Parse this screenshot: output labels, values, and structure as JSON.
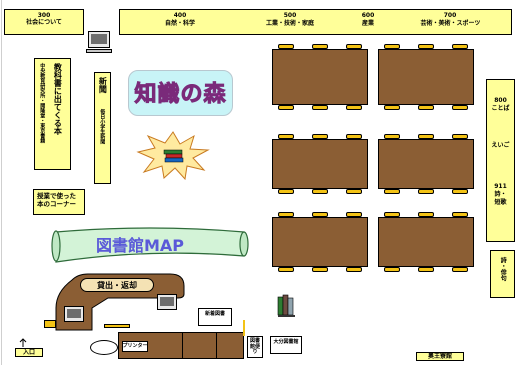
{
  "shelves_top": [
    {
      "num": "300",
      "label": "社会について"
    },
    {
      "num": "400",
      "label": "自然・科学"
    },
    {
      "num": "500",
      "label": "工業・技術・家庭"
    },
    {
      "num": "600",
      "label": "産業"
    },
    {
      "num": "700",
      "label": "芸術・美術・スポーツ"
    }
  ],
  "shelf_right": {
    "num": "800",
    "lines": [
      "ことば",
      "えいご",
      "911",
      "詩・",
      "短歌"
    ],
    "bottom": "詩・俳句"
  },
  "textbook_shelf": {
    "title": "教科書に出てくる本",
    "sub": "中央教育研究所・開隆堂・東京書籍"
  },
  "newspaper": {
    "title": "新聞",
    "sub": "毎日小学生新聞"
  },
  "class_corner": "授業で使った本のコーナー",
  "forest_title": "知識の森",
  "map_banner": "図書館MAP",
  "counter_label": "貸出・返却",
  "printer_label": "プリンター",
  "label_a": "新着図書",
  "label_b": "図書館便り",
  "label_c": "大分図書館",
  "entrance_label": "入口",
  "bottom_right": "奥王寮館"
}
